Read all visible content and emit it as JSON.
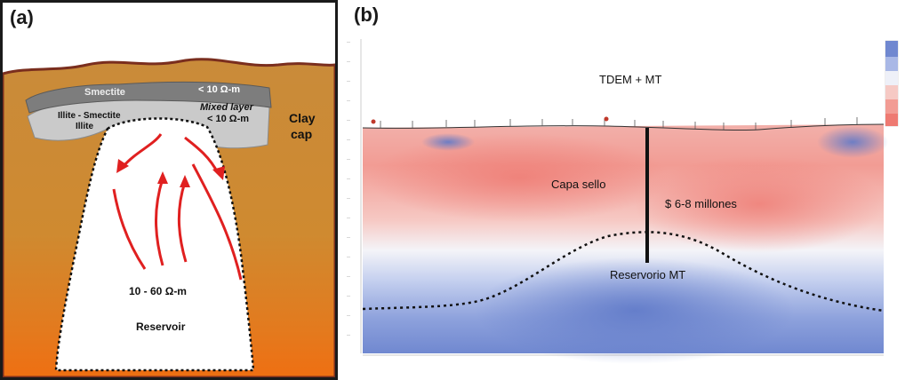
{
  "panel_a": {
    "label": "(a)",
    "smectite": "Smectite",
    "smectite_resistivity": "< 10 Ω-m",
    "illite_smectite": "Illite - Smectite",
    "illite": "Illite",
    "mixed_layer": "Mixed layer",
    "mixed_layer_resistivity": "< 10 Ω-m",
    "clay": "Clay",
    "cap": "cap",
    "reservoir_resistivity": "10 - 60 Ω-m",
    "reservoir": "Reservoir",
    "colors": {
      "soil": "#c8862f",
      "soil_deep": "#e07820",
      "clay_dark": "#7f7f7f",
      "clay_light": "#c9c9c9",
      "arrow": "#e02020"
    }
  },
  "panel_b": {
    "label": "(b)",
    "method_title": "TDEM + MT",
    "seal_label": "Capa sello",
    "cost_label": "$ 6-8 millones",
    "reservoir_label": "Reservorio MT",
    "colors": {
      "conductive": "#ef8a84",
      "resistive": "#6e86d2",
      "mid": "#f4f6fb"
    }
  }
}
